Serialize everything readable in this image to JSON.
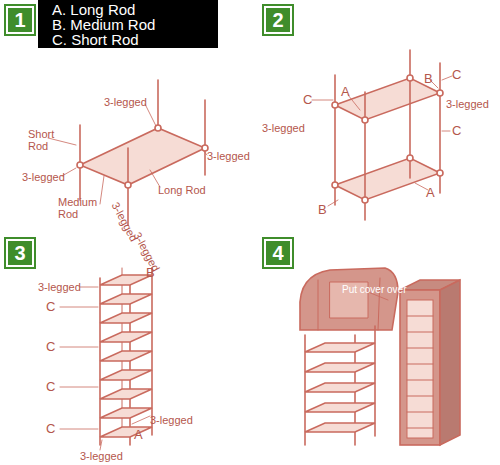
{
  "diagram": {
    "nodes": [
      {
        "text": [
          "1"
        ]
      },
      {
        "text": [
          "A. Long Rod",
          "B. Medium Rod",
          "C. Short Rod"
        ]
      },
      {
        "text": [
          "2"
        ]
      },
      {
        "text": [
          "3"
        ]
      },
      {
        "text": [
          "4"
        ]
      }
    ],
    "labels": [
      "3-legged",
      "Short Rod",
      "3-legged",
      "3-legged",
      "Medium Rod",
      "Long Rod",
      "3-legged",
      "3-legged",
      "C",
      "A",
      "B",
      "C",
      "3-legged",
      "3-legged",
      "C",
      "A",
      "B",
      "3-legged",
      "B",
      "C",
      "C",
      "C",
      "C",
      "3-legged",
      "A",
      "3-legged",
      "Put cover over"
    ]
  }
}
